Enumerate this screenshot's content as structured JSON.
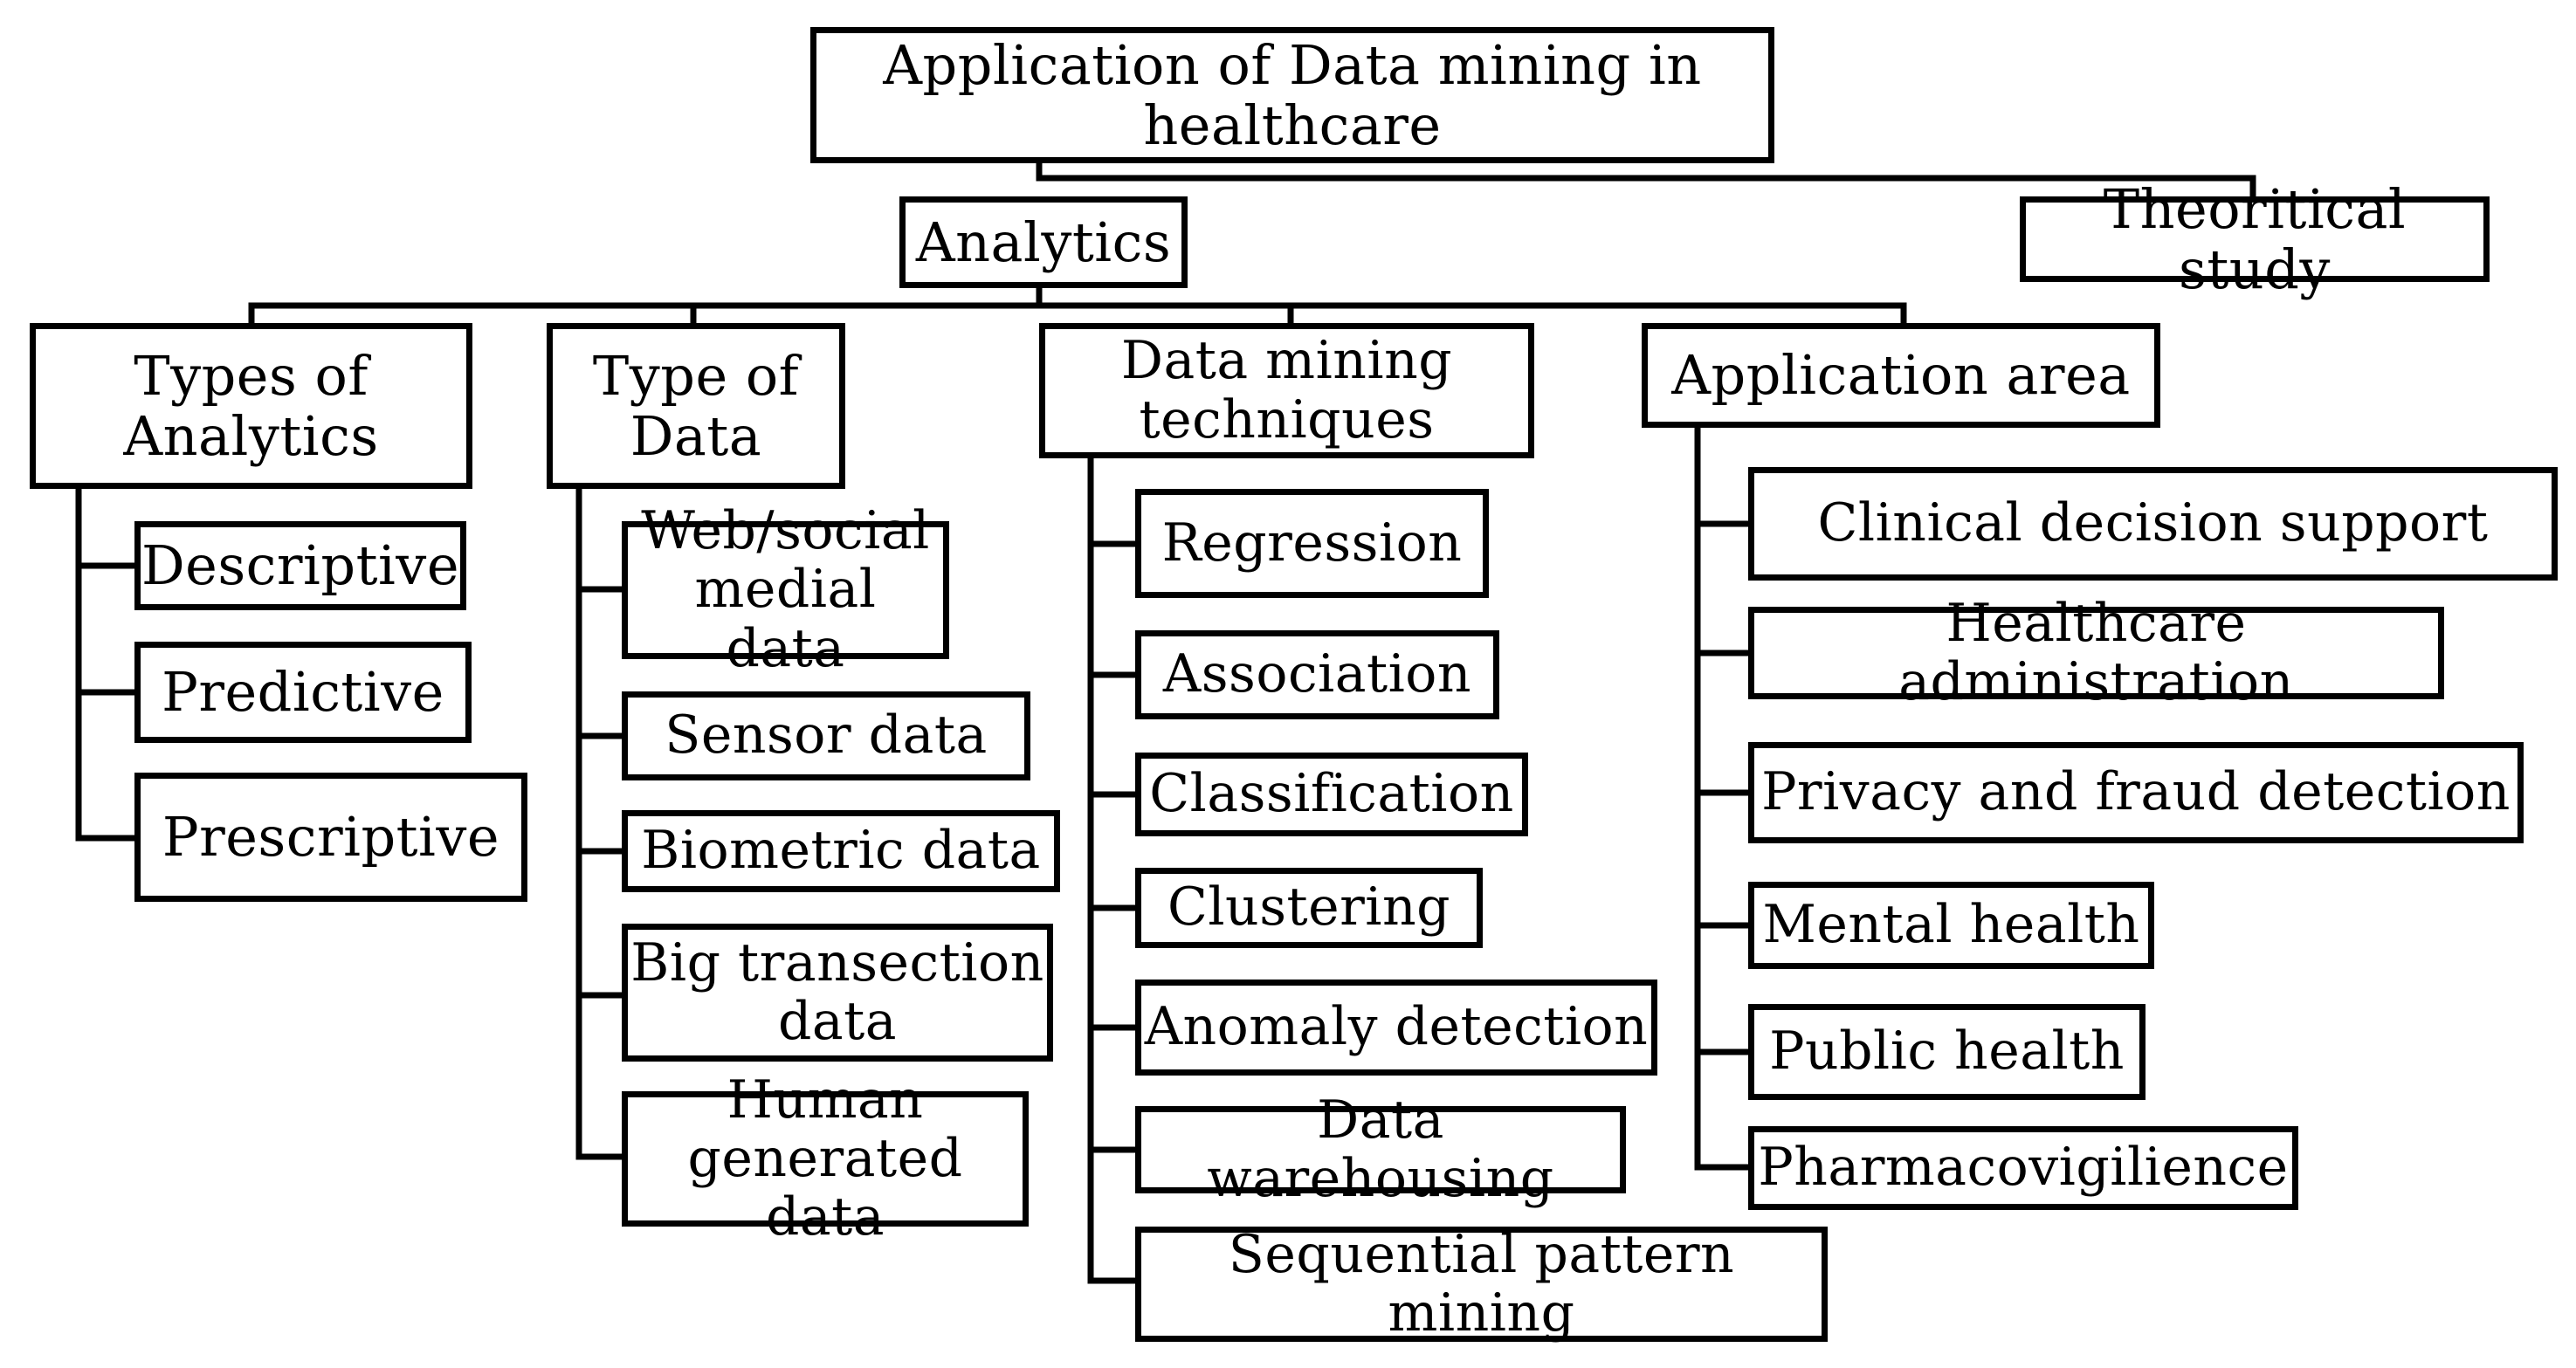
{
  "root": {
    "label": "Application of Data mining in\nhealthcare"
  },
  "level1": {
    "analytics": "Analytics",
    "theoretical": "Theoritical study"
  },
  "categories": {
    "types_of_analytics": {
      "label": "Types of\nAnalytics",
      "items": [
        "Descriptive",
        "Predictive",
        "Prescriptive"
      ]
    },
    "type_of_data": {
      "label": "Type of\nData",
      "items": [
        "Web/social\nmedial data",
        "Sensor data",
        "Biometric data",
        "Big transection\ndata",
        "Human\ngenerated data"
      ]
    },
    "techniques": {
      "label": "Data mining\ntechniques",
      "items": [
        "Regression",
        "Association",
        "Classification",
        "Clustering",
        "Anomaly detection",
        "Data warehousing",
        "Sequential pattern mining"
      ]
    },
    "application_area": {
      "label": "Application area",
      "items": [
        "Clinical decision support",
        "Healthcare administration",
        "Privacy and fraud detection",
        "Mental health",
        "Public health",
        "Pharmacovigilience"
      ]
    }
  }
}
